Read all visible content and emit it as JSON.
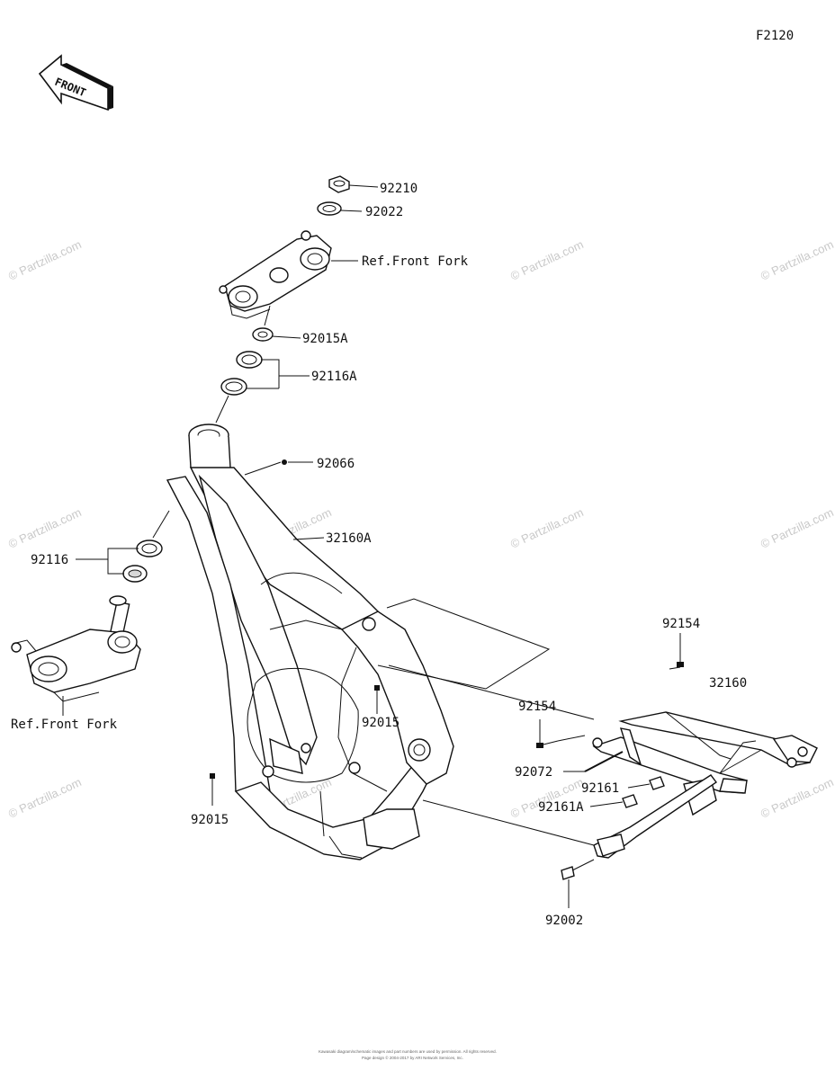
{
  "diagram": {
    "code": "F2120",
    "front_arrow_text": "FRONT",
    "watermark_text": "© Partzilla.com",
    "labels": {
      "p92210": "92210",
      "p92022": "92022",
      "ref_front_fork_top": "Ref.Front Fork",
      "p92015a": "92015A",
      "p92116a": "92116A",
      "p92066": "92066",
      "p32160a": "32160A",
      "p92116": "92116",
      "ref_front_fork_left": "Ref.Front Fork",
      "p92015_mid": "92015",
      "p92015_left": "92015",
      "p92154_top": "92154",
      "p32160": "32160",
      "p92154_mid": "92154",
      "p92072": "92072",
      "p92161": "92161",
      "p92161a": "92161A",
      "p92002": "92002"
    },
    "footer_line1": "Kawasaki diagram/schematic images and part numbers are used by permission. All rights reserved.",
    "footer_line2": "Page design © 2004-2017 by ARI Network Services, Inc."
  }
}
